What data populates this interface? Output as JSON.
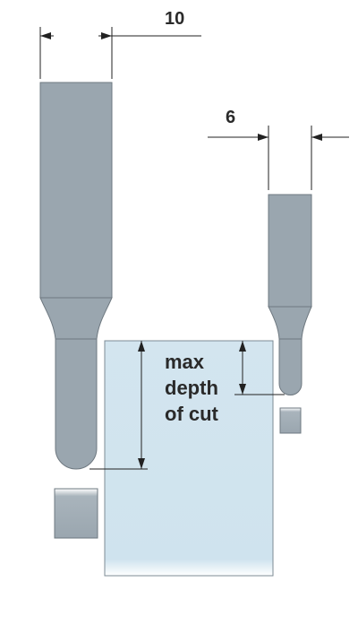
{
  "dimensions": {
    "large_cutter_diameter": "10",
    "small_cutter_diameter": "6"
  },
  "annotation": {
    "line1": "max",
    "line2": "depth",
    "line3": "of cut"
  },
  "colors": {
    "tool_steel": "#9aa6af",
    "tool_edge": "#6e7880",
    "workpiece": "#cfe3ee",
    "dimension_line": "#222222"
  }
}
